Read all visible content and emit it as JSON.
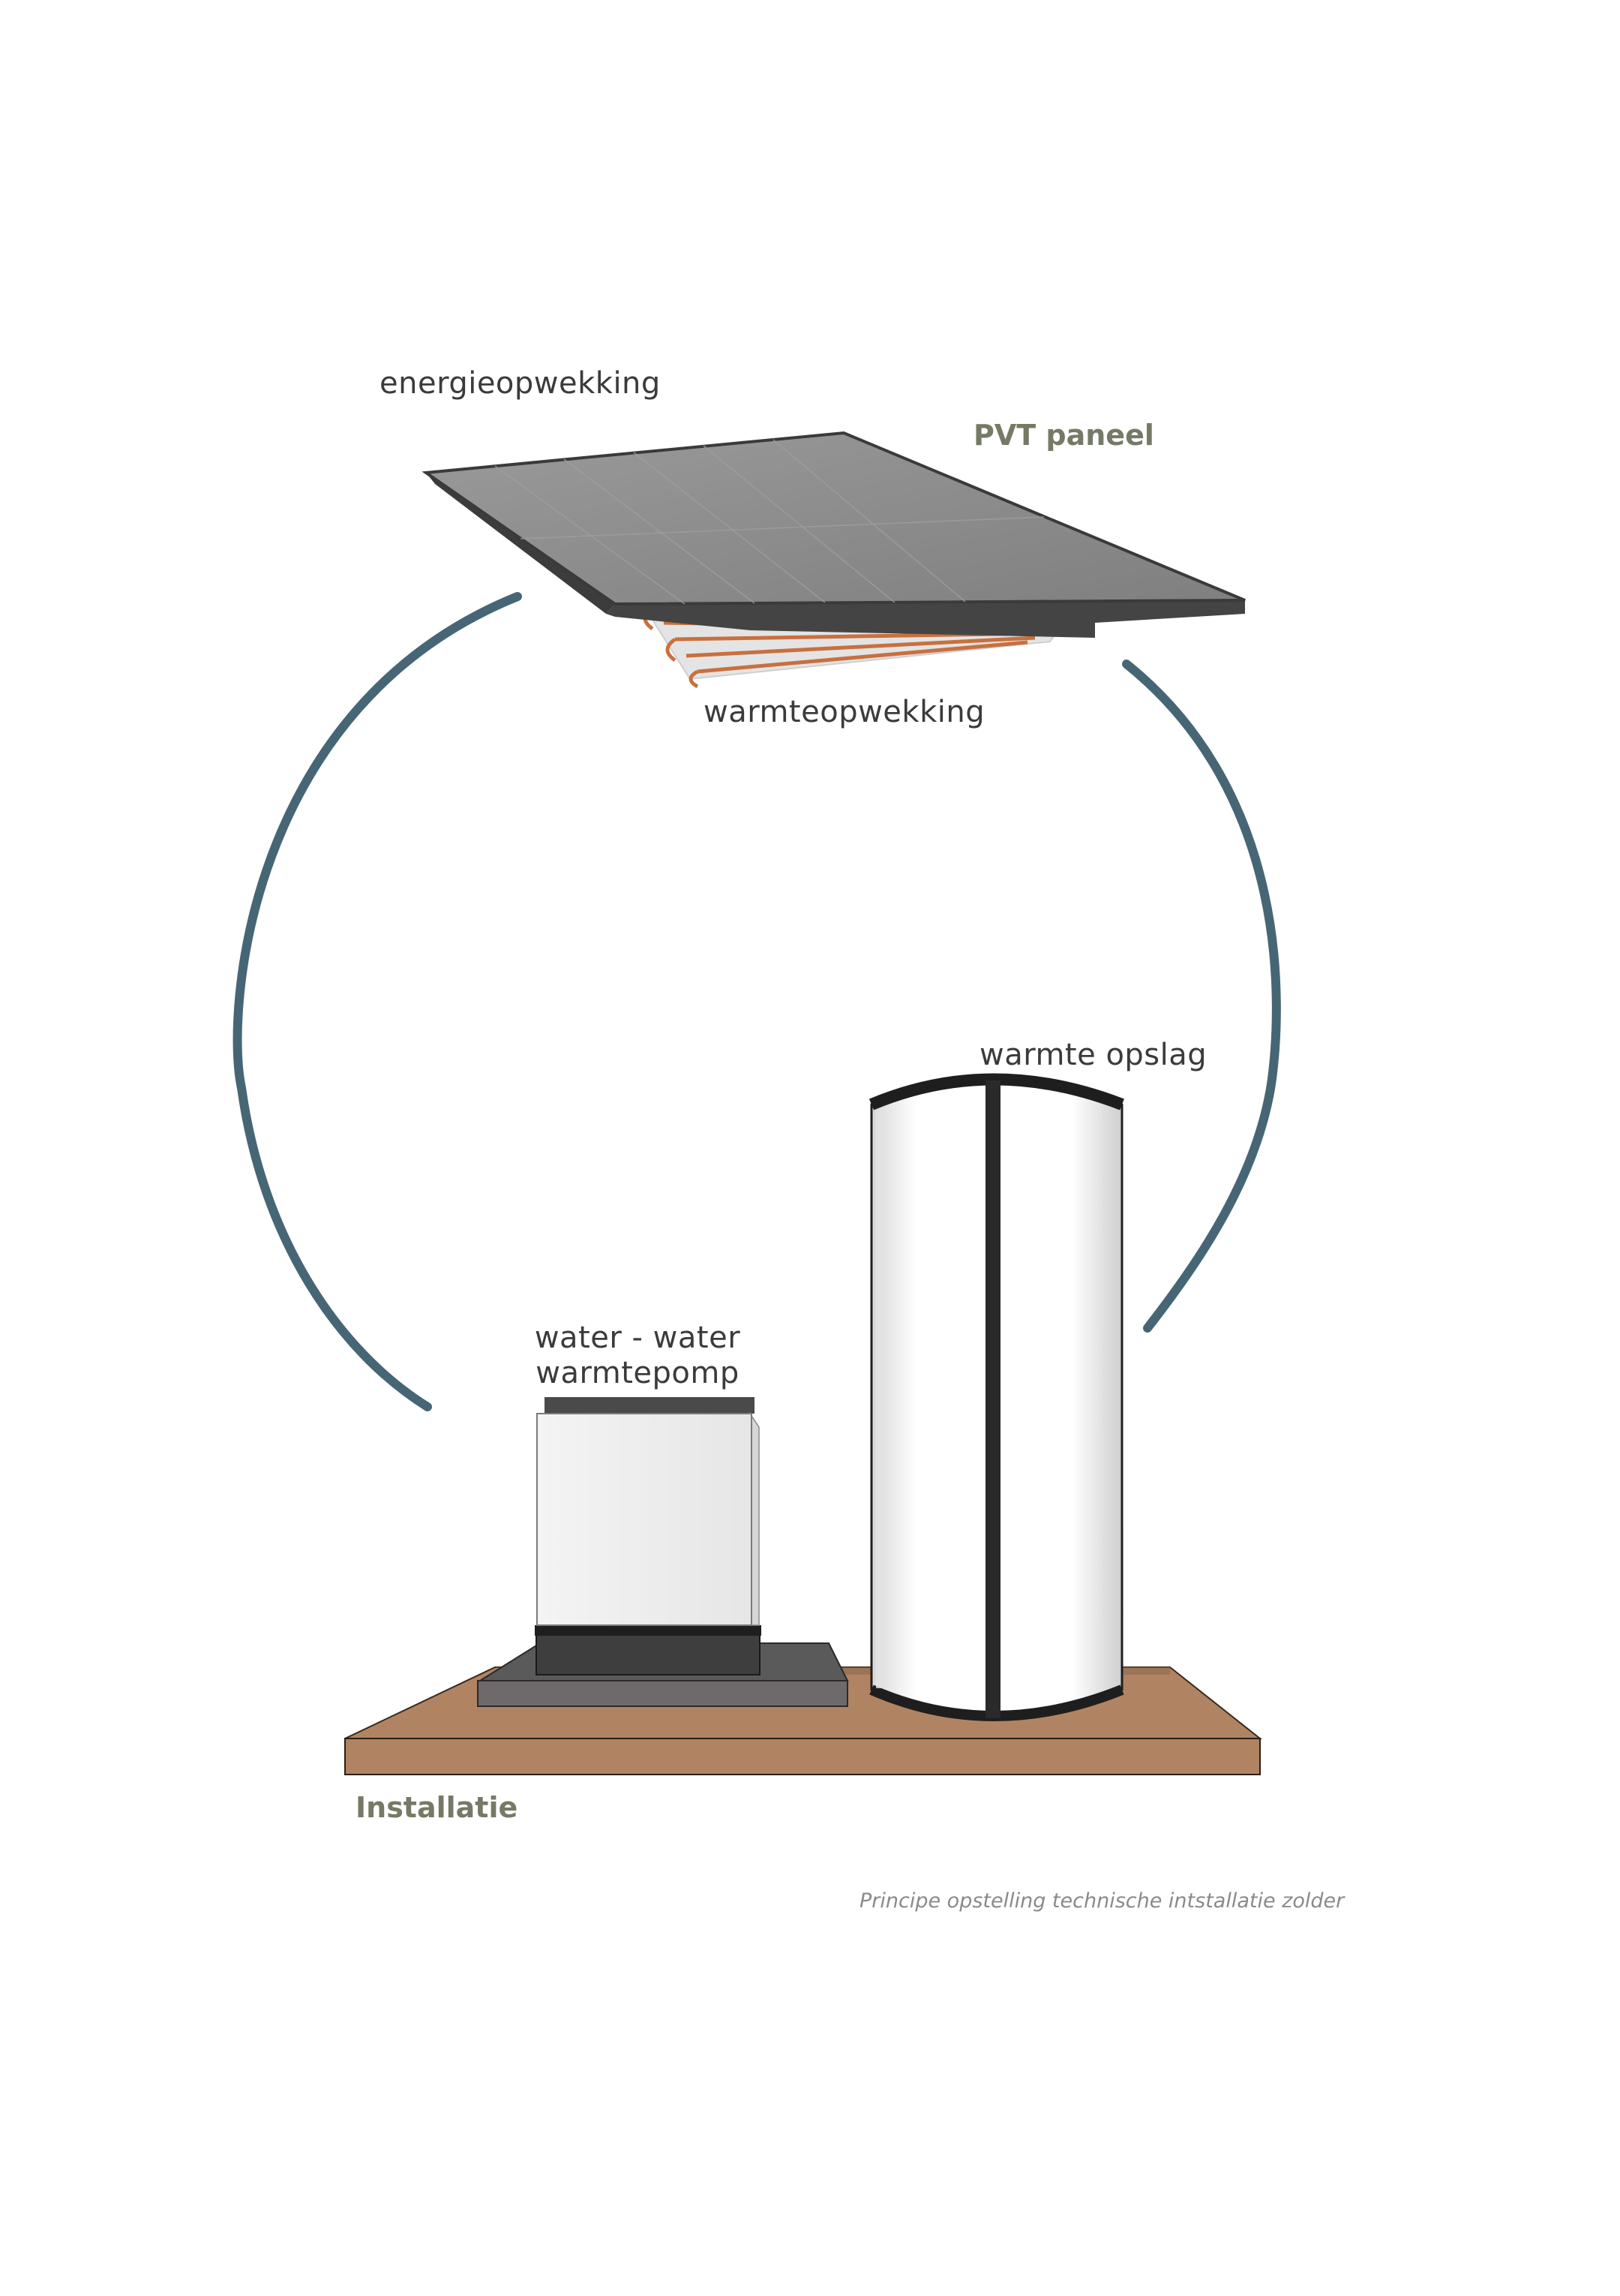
{
  "labels": {
    "energy_generation": "energieopwekking",
    "pvt_panel": "PVT paneel",
    "heat_generation": "warmteopwekking",
    "heat_storage": "warmte opslag",
    "heat_pump_line1": "water - water",
    "heat_pump_line2": "warmtepomp",
    "installation": "Installatie"
  },
  "caption": "Principe opstelling technische intstallatie zolder",
  "colors": {
    "loop_arrow": "#476675",
    "accent_label": "#757a66",
    "floor_wood": "#b08462",
    "panel_surface": "#8e8e8e",
    "copper_pipe": "#c8703f"
  }
}
